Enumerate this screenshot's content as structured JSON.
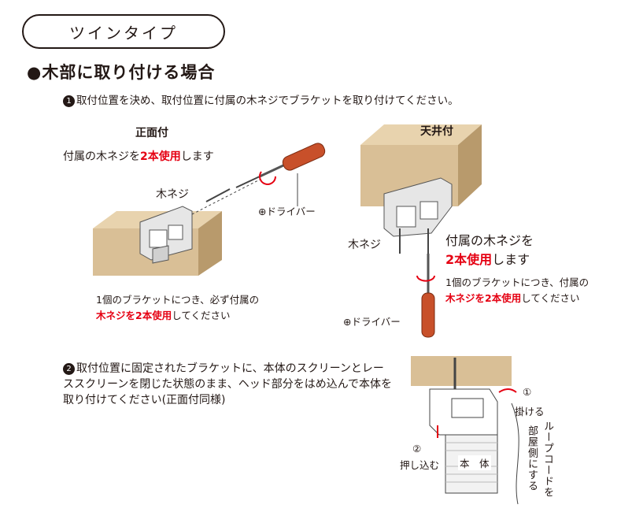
{
  "header": {
    "pill_title": "ツインタイプ"
  },
  "section": {
    "title": "●木部に取り付ける場合"
  },
  "step1": {
    "number": "1",
    "text": "取付位置を決め、取付位置に付属の木ネジでブラケットを取り付けてください。"
  },
  "front": {
    "heading": "正面付",
    "use_pre": "付属の木ネジを",
    "use_red": "2本使用",
    "use_post": "します",
    "label_screw": "木ネジ",
    "label_driver": "⊕ドライバー",
    "note_line1": "1個のブラケットにつき、必ず付属の",
    "note_red": "木ネジを2本使用",
    "note_post": "してください"
  },
  "ceiling": {
    "heading": "天井付",
    "label_screw": "木ネジ",
    "use_line1": "付属の木ネジを",
    "use_red": "2本使用",
    "use_post": "します",
    "note_line1": "1個のブラケットにつき、付属の",
    "note_red": "木ネジを2本使用",
    "note_post": "してください",
    "label_driver": "⊕ドライバー"
  },
  "step2": {
    "number": "2",
    "text": "取付位置に固定されたブラケットに、本体のスクリーンとレーススクリーンを閉じた状態のまま、ヘッド部分をはめ込んで本体を取り付けてください(正面付同様)"
  },
  "figure3": {
    "mark1": "①",
    "hook": "掛ける",
    "mark2": "②",
    "push": "押し込む",
    "body_label": "本　体",
    "loop_cord": "ループコードを",
    "room_side": "部屋側にする"
  },
  "colors": {
    "accent_red": "#e50012",
    "wood": "#d9bf96",
    "wood_dark": "#b89a6c",
    "driver": "#c8502a"
  }
}
